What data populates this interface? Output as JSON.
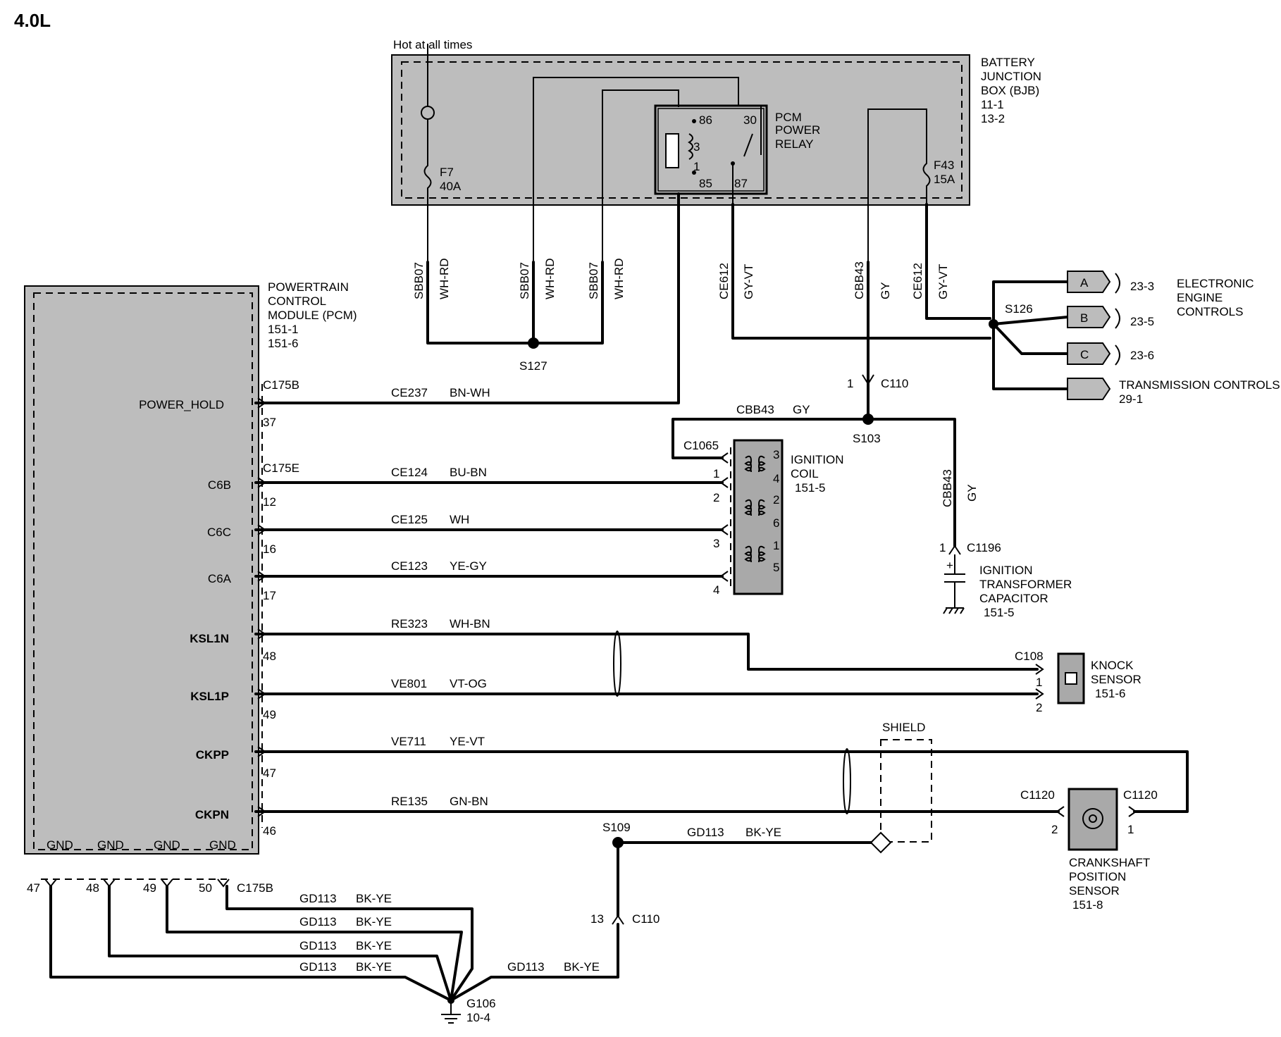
{
  "title": "4.0L",
  "bjb": {
    "hot_label": "Hot at all times",
    "name_lines": [
      "BATTERY",
      "JUNCTION",
      "BOX (BJB)",
      "11-1",
      "13-2"
    ],
    "fuse_f7": [
      "F7",
      "40A"
    ],
    "fuse_f43": [
      "F43",
      "15A"
    ],
    "relay_lines": [
      "PCM",
      "POWER",
      "RELAY"
    ],
    "relay_pins": [
      "86",
      "30",
      "85",
      "87"
    ],
    "relay_marks": [
      "3",
      "1"
    ]
  },
  "pcm": {
    "name_lines": [
      "POWERTRAIN",
      "CONTROL",
      "MODULE (PCM)",
      "151-1",
      "151-6"
    ],
    "signals": [
      "POWER_HOLD",
      "C6B",
      "C6C",
      "C6A",
      "KSL1N",
      "KSL1P",
      "CKPP",
      "CKPN"
    ],
    "gnd_labels": [
      "GND",
      "GND",
      "GND",
      "GND"
    ],
    "pins_right": [
      "37",
      "12",
      "16",
      "17",
      "48",
      "49",
      "47",
      "46"
    ],
    "pins_gnd": [
      "47",
      "48",
      "49",
      "50"
    ]
  },
  "connectors": {
    "c175b_top": "C175B",
    "c175e": "C175E",
    "c175b_bottom": "C175B",
    "c110_top": "C110",
    "c110_top_pin": "1",
    "c110_bottom": "C110",
    "c110_bottom_pin": "13",
    "c1065": "C1065",
    "c1196": "C1196",
    "c1196_pin": "1",
    "c108": "C108",
    "c108_pins": [
      "1",
      "2"
    ],
    "c1120_left": "C1120",
    "c1120_right": "C1120",
    "c1120_pins": [
      "2",
      "1"
    ],
    "coil_pins_left": [
      "1",
      "2",
      "3",
      "4"
    ],
    "coil_pins_internal": [
      "3",
      "4",
      "2",
      "6",
      "1",
      "5"
    ]
  },
  "splices": {
    "s127": "S127",
    "s126": "S126",
    "s103": "S103",
    "s109": "S109"
  },
  "ground": [
    "G106",
    "10-4"
  ],
  "circuits": {
    "vertical": [
      {
        "circuit": "SBB07",
        "color": "WH-RD"
      },
      {
        "circuit": "SBB07",
        "color": "WH-RD"
      },
      {
        "circuit": "SBB07",
        "color": "WH-RD"
      },
      {
        "circuit": "CE612",
        "color": "GY-VT"
      },
      {
        "circuit": "CBB43",
        "color": "GY"
      },
      {
        "circuit": "CE612",
        "color": "GY-VT"
      },
      {
        "circuit": "CBB43",
        "color": "GY"
      }
    ],
    "horizontal": [
      {
        "circuit": "CE237",
        "color": "BN-WH"
      },
      {
        "circuit": "CBB43",
        "color": "GY"
      },
      {
        "circuit": "CE124",
        "color": "BU-BN"
      },
      {
        "circuit": "CE125",
        "color": "WH"
      },
      {
        "circuit": "CE123",
        "color": "YE-GY"
      },
      {
        "circuit": "RE323",
        "color": "WH-BN"
      },
      {
        "circuit": "VE801",
        "color": "VT-OG"
      },
      {
        "circuit": "VE711",
        "color": "YE-VT"
      },
      {
        "circuit": "RE135",
        "color": "GN-BN"
      },
      {
        "circuit": "GD113",
        "color": "BK-YE"
      }
    ],
    "grounds": [
      {
        "circuit": "GD113",
        "color": "BK-YE"
      },
      {
        "circuit": "GD113",
        "color": "BK-YE"
      },
      {
        "circuit": "GD113",
        "color": "BK-YE"
      },
      {
        "circuit": "GD113",
        "color": "BK-YE"
      },
      {
        "circuit": "GD113",
        "color": "BK-YE"
      }
    ]
  },
  "ignition_coil": [
    "IGNITION",
    "COIL",
    "151-5"
  ],
  "capacitor": [
    "IGNITION",
    "TRANSFORMER",
    "CAPACITOR",
    "151-5"
  ],
  "knock_sensor": [
    "KNOCK",
    "SENSOR",
    "151-6"
  ],
  "crank_sensor": [
    "CRANKSHAFT",
    "POSITION",
    "SENSOR",
    "151-8"
  ],
  "shield": "SHIELD",
  "eec": {
    "tags": [
      "A",
      "B",
      "C"
    ],
    "refs": [
      "23-3",
      "23-5",
      "23-6"
    ],
    "name_lines": [
      "ELECTRONIC",
      "ENGINE",
      "CONTROLS"
    ]
  },
  "transmission": [
    "TRANSMISSION CONTROLS",
    "29-1"
  ]
}
